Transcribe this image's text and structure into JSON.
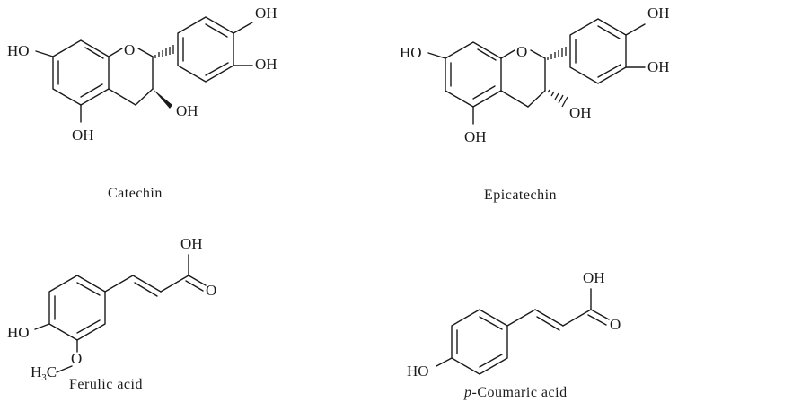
{
  "molecules": {
    "catechin": {
      "name": "Catechin",
      "atoms": {
        "ho_left": "HO",
        "ring_o": "O",
        "oh_top": "OH",
        "oh_mid": "OH",
        "oh_c3": "OH",
        "oh_bottom": "OH"
      }
    },
    "epicatechin": {
      "name": "Epicatechin",
      "atoms": {
        "ho_left": "HO",
        "ring_o": "O",
        "oh_top": "OH",
        "oh_mid": "OH",
        "oh_c3": "OH",
        "oh_bottom": "OH"
      }
    },
    "ferulic": {
      "name": "Ferulic acid",
      "atoms": {
        "oh_acid": "OH",
        "o_carbonyl": "O",
        "ho": "HO",
        "o_methoxy": "O",
        "methyl_h": "H",
        "methyl_sub": "3",
        "methyl_c": "C"
      }
    },
    "coumaric": {
      "name_italic": "p",
      "name_rest": "-Coumaric acid",
      "atoms": {
        "oh_acid": "OH",
        "o_carbonyl": "O",
        "ho": "HO"
      }
    }
  }
}
